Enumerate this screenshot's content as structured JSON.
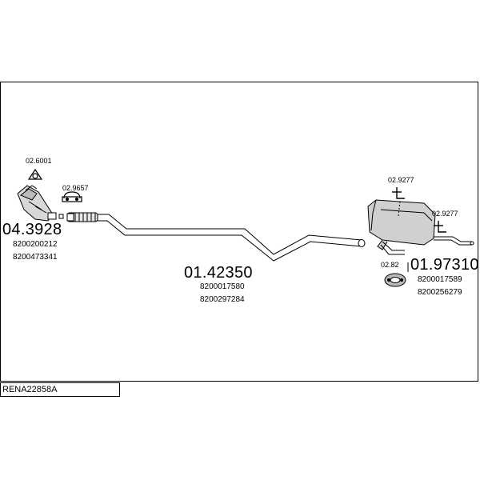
{
  "parts": {
    "front_pipe": {
      "code": "04.3928",
      "refs": [
        "8200200212",
        "8200473341"
      ]
    },
    "front_gasket": {
      "code": "02.6001"
    },
    "front_clamp": {
      "code": "02.9657"
    },
    "center_pipe": {
      "code": "01.42350",
      "refs": [
        "8200017580",
        "8200297284"
      ]
    },
    "rear_hanger_a": {
      "code": "02.9277"
    },
    "rear_hanger_b": {
      "code": "02.9277"
    },
    "rear_ring": {
      "code": "02.82"
    },
    "rear_silencer": {
      "code": "01.97310",
      "refs": [
        "8200017589",
        "8200256279"
      ]
    }
  },
  "reference": "RENA22858A"
}
